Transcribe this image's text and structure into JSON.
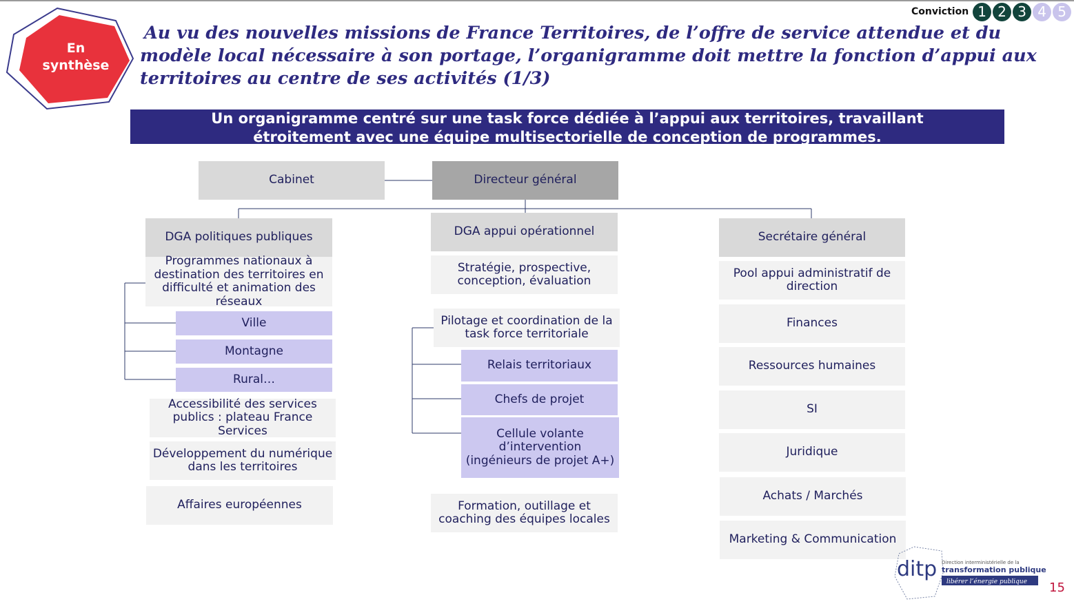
{
  "badge": {
    "line1": "En",
    "line2": "synthèse"
  },
  "title": {
    "line1": "Au vu des nouvelles missions de France Territoires, de l’offre de service attendue et du",
    "line2": "modèle local nécessaire à son portage,  l’organigramme doit mettre la fonction d’appui aux",
    "line3": "territoires au centre de ses activités (1/3)"
  },
  "conviction": {
    "label": "Conviction",
    "steps": [
      "1",
      "2",
      "3",
      "4",
      "5"
    ],
    "active_count": 3
  },
  "banner": {
    "line1": "Un organigramme centré sur une task force dédiée à l’appui aux territoires, travaillant",
    "line2": "étroitement avec une équipe multisectorielle de conception de programmes."
  },
  "org": {
    "cabinet": "Cabinet",
    "director": "Directeur général",
    "left": {
      "head": "DGA politiques publiques",
      "programmes": "Programmes nationaux à destination des territoires en difficulté  et animation des réseaux",
      "sub": [
        "Ville",
        "Montagne",
        "Rural…"
      ],
      "accessibilite": "Accessibilité des services publics : plateau France Services",
      "numerique": "Développement du numérique dans les territoires",
      "europe": "Affaires européennes"
    },
    "center": {
      "head": "DGA appui opérationnel",
      "strategie": "Stratégie, prospective, conception, évaluation",
      "pilotage": "Pilotage et coordination de la task force territoriale",
      "sub": [
        "Relais territoriaux",
        "Chefs de projet",
        "Cellule volante d’intervention (ingénieurs de projet A+)"
      ],
      "formation": "Formation, outillage et coaching des équipes locales"
    },
    "right": {
      "head": "Secrétaire général",
      "items": [
        "Pool appui administratif de direction",
        "Finances",
        "Ressources humaines",
        "SI",
        "Juridique",
        "Achats / Marchés",
        "Marketing & Communication"
      ]
    }
  },
  "logo": {
    "acronym": "ditp",
    "line1": "Direction interministérielle de la",
    "line2": "transformation publique",
    "tagline": "libérer l’énergie publique"
  },
  "page_number": "15",
  "colors": {
    "navy": "#2e2a80",
    "badge_red": "#e8323c",
    "box_light": "#f2f2f2",
    "box_mid": "#d9d9d9",
    "box_dark": "#a6a6a6",
    "box_purple": "#ccc8f0",
    "conviction_active": "#12443c",
    "conviction_inactive": "#c9c4ec",
    "page_number": "#c0143c"
  }
}
